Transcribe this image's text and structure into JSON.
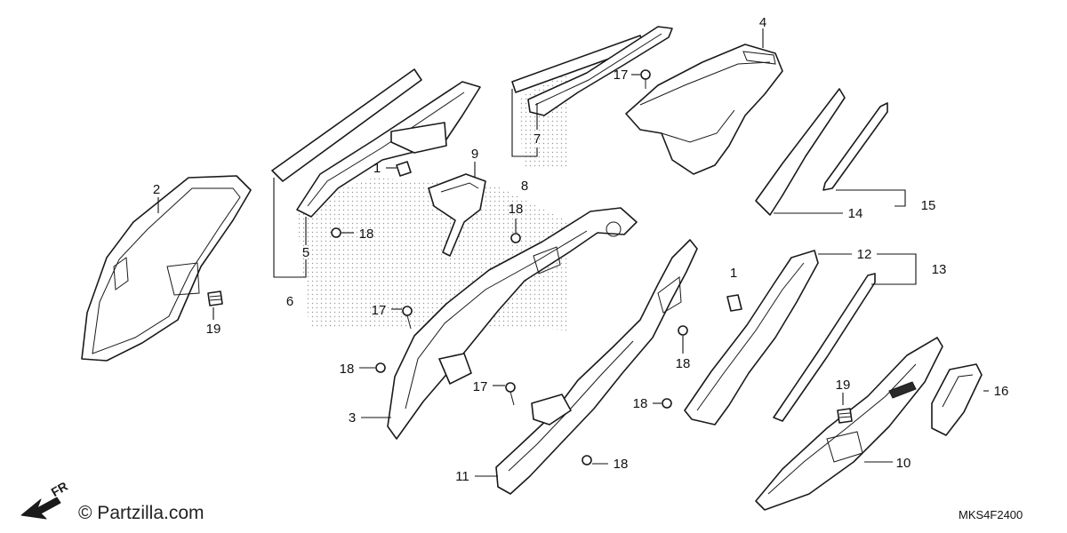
{
  "diagram_code": "MKS4F2400",
  "watermark": "© Partzilla.com",
  "front_label": "FR",
  "icons": {
    "front_arrow": "front-direction-arrow-icon"
  },
  "colors": {
    "line": "#1a1a1a",
    "stipple": "#9a9a9a",
    "background": "#ffffff"
  },
  "callouts": [
    {
      "label": "1"
    },
    {
      "label": "1"
    },
    {
      "label": "2"
    },
    {
      "label": "3"
    },
    {
      "label": "4"
    },
    {
      "label": "5"
    },
    {
      "label": "6"
    },
    {
      "label": "7"
    },
    {
      "label": "8"
    },
    {
      "label": "9"
    },
    {
      "label": "10"
    },
    {
      "label": "11"
    },
    {
      "label": "12"
    },
    {
      "label": "13"
    },
    {
      "label": "14"
    },
    {
      "label": "15"
    },
    {
      "label": "16"
    },
    {
      "label": "17"
    },
    {
      "label": "17"
    },
    {
      "label": "17"
    },
    {
      "label": "18"
    },
    {
      "label": "18"
    },
    {
      "label": "18"
    },
    {
      "label": "18"
    },
    {
      "label": "18"
    },
    {
      "label": "18"
    },
    {
      "label": "19"
    },
    {
      "label": "19"
    }
  ]
}
